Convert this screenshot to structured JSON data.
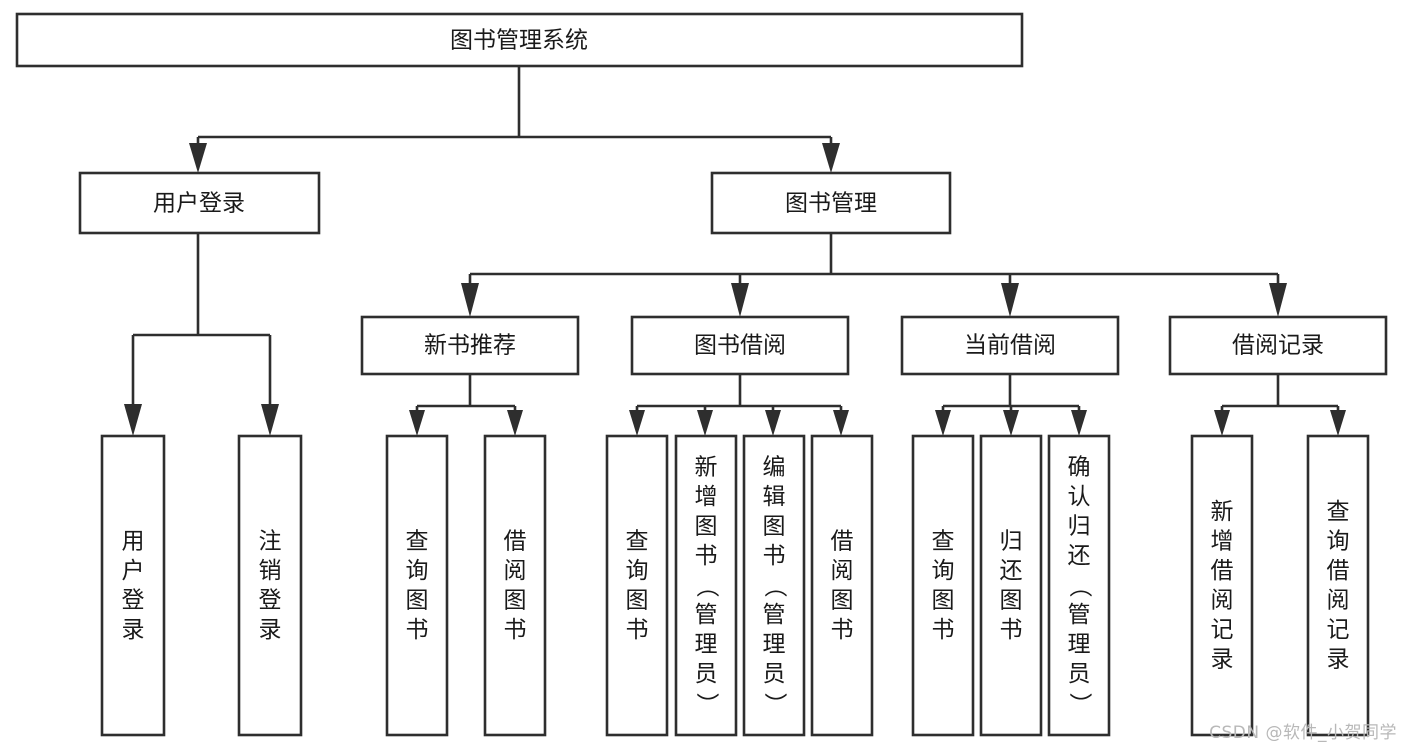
{
  "diagram": {
    "title": "图书管理系统",
    "type": "tree",
    "orientation": "top-down",
    "colors": {
      "background": "#ffffff",
      "box_fill": "#ffffff",
      "box_stroke": "#2e2e2e",
      "text": "#1a1a1a",
      "watermark": "#b8b8b8"
    },
    "root": {
      "id": "root",
      "label": "图书管理系统"
    },
    "level2": [
      {
        "id": "user-login",
        "label": "用户登录"
      },
      {
        "id": "book-manage",
        "label": "图书管理"
      }
    ],
    "level3": [
      {
        "id": "new-book-recommend",
        "label": "新书推荐",
        "parent": "book-manage"
      },
      {
        "id": "book-borrow",
        "label": "图书借阅",
        "parent": "book-manage"
      },
      {
        "id": "current-borrow",
        "label": "当前借阅",
        "parent": "book-manage"
      },
      {
        "id": "borrow-record",
        "label": "借阅记录",
        "parent": "book-manage"
      }
    ],
    "leaves": [
      {
        "id": "leaf-user-login",
        "label": "用户登录",
        "parent": "user-login"
      },
      {
        "id": "leaf-user-logout",
        "label": "注销登录",
        "parent": "user-login"
      },
      {
        "id": "leaf-query-book-1",
        "label": "查询图书",
        "parent": "new-book-recommend"
      },
      {
        "id": "leaf-borrow-book-1",
        "label": "借阅图书",
        "parent": "new-book-recommend"
      },
      {
        "id": "leaf-query-book-2",
        "label": "查询图书",
        "parent": "book-borrow"
      },
      {
        "id": "leaf-add-book",
        "label": "新增图书（管理员）",
        "parent": "book-borrow"
      },
      {
        "id": "leaf-edit-book",
        "label": "编辑图书（管理员）",
        "parent": "book-borrow"
      },
      {
        "id": "leaf-borrow-book-2",
        "label": "借阅图书",
        "parent": "book-borrow"
      },
      {
        "id": "leaf-query-book-3",
        "label": "查询图书",
        "parent": "current-borrow"
      },
      {
        "id": "leaf-return-book",
        "label": "归还图书",
        "parent": "current-borrow"
      },
      {
        "id": "leaf-confirm-return",
        "label": "确认归还（管理员）",
        "parent": "current-borrow"
      },
      {
        "id": "leaf-add-record",
        "label": "新增借阅记录",
        "parent": "borrow-record"
      },
      {
        "id": "leaf-query-record",
        "label": "查询借阅记录",
        "parent": "borrow-record"
      }
    ]
  },
  "watermark": {
    "text": "CSDN @软件_小贺同学"
  }
}
